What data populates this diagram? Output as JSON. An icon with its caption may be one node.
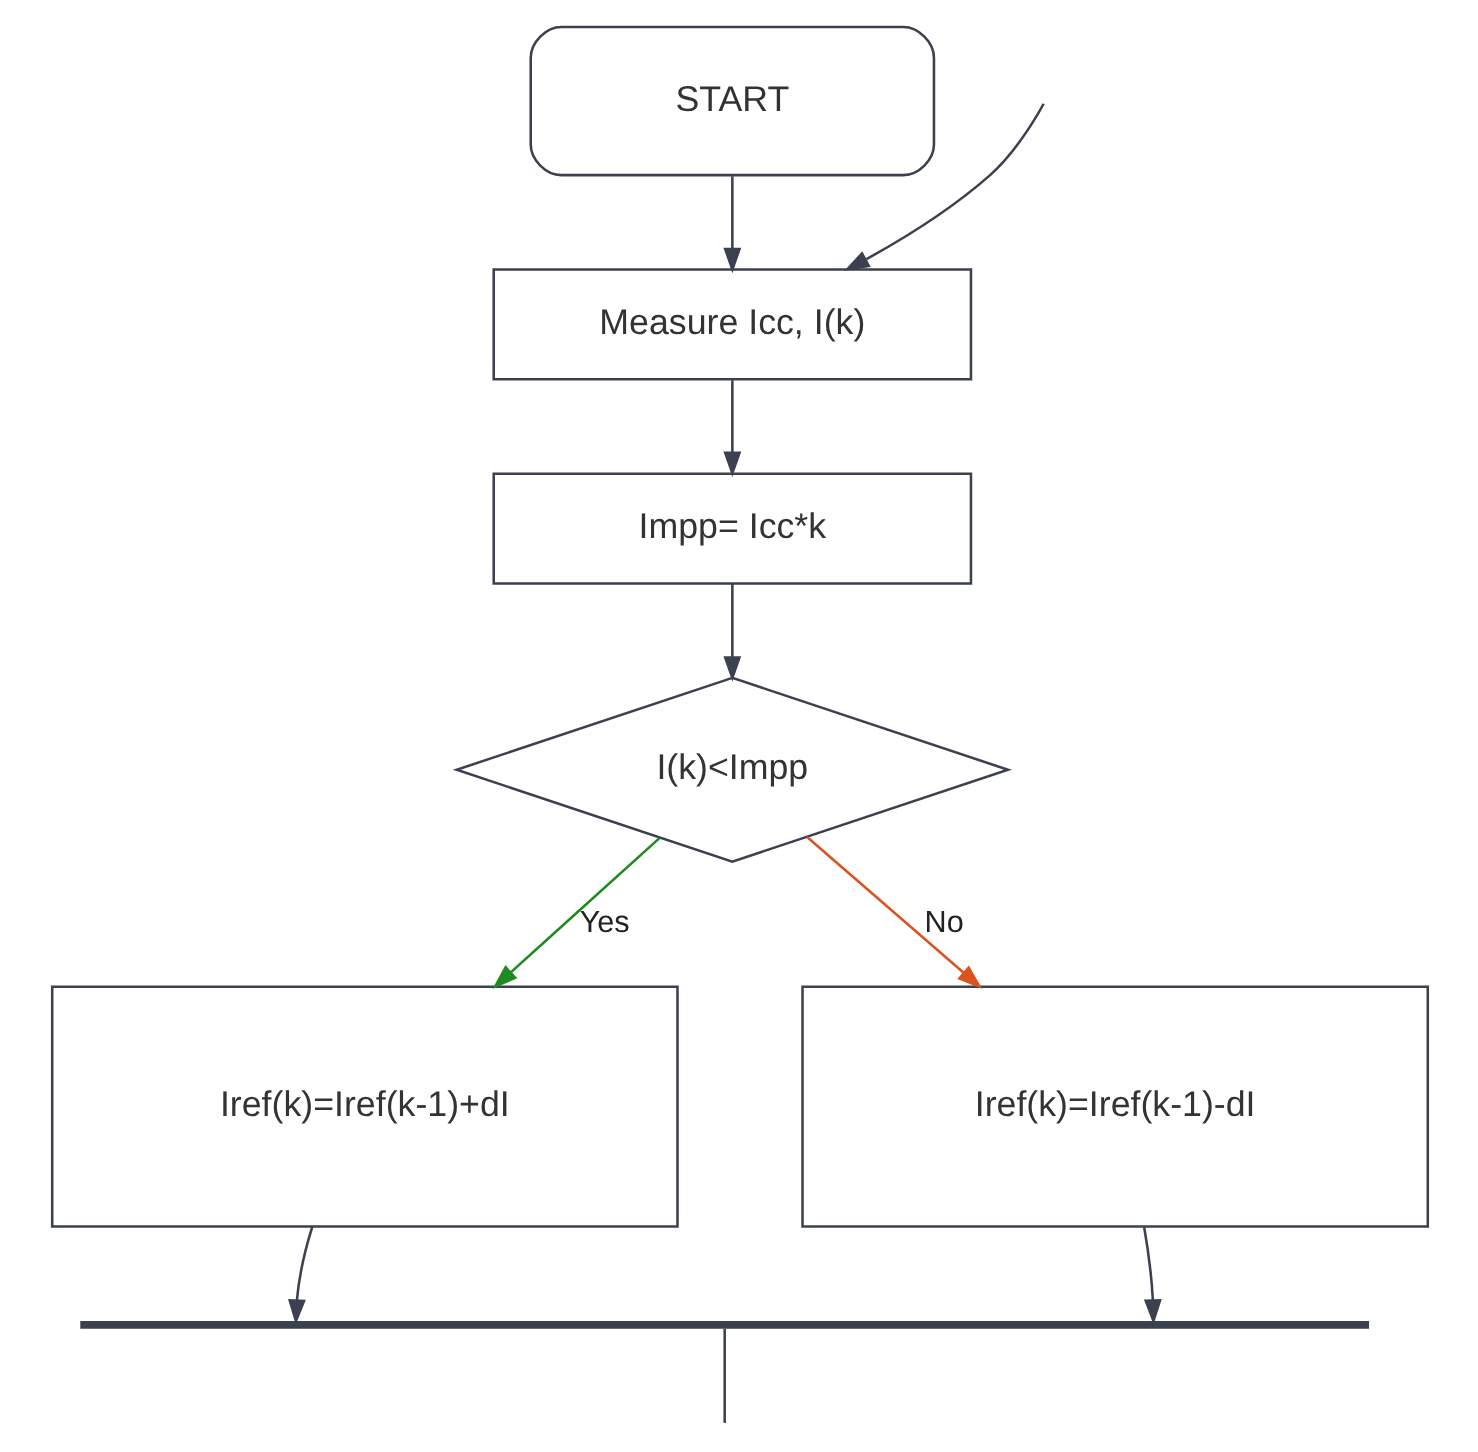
{
  "diagram": {
    "nodes": [
      {
        "text": [
          "START"
        ]
      },
      {
        "text": [
          "Measure Icc, I(k)"
        ]
      },
      {
        "text": [
          "Impp= Icc*k"
        ]
      },
      {
        "text": [
          "I(k)<Impp"
        ]
      },
      {
        "text": [
          "Iref(k)=Iref(k-1)+dI"
        ]
      },
      {
        "text": [
          "Iref(k)=Iref(k-1)-dI"
        ]
      },
      {
        "text": [],
        "shape": "bar"
      }
    ],
    "edges": [
      {
        "from": 0,
        "to": 1,
        "arrow": "to"
      },
      {
        "from": 1,
        "to": 2,
        "arrow": "to"
      },
      {
        "from": 2,
        "to": 3,
        "arrow": "to"
      },
      {
        "from": 3,
        "to": 4,
        "arrow": "to",
        "label": "Yes",
        "color": "#1f8a1f"
      },
      {
        "from": 3,
        "to": 5,
        "arrow": "to",
        "label": "No",
        "color": "#d9541e"
      },
      {
        "from": 4,
        "to": 6,
        "arrow": "to"
      },
      {
        "from": 5,
        "to": 6,
        "arrow": "to"
      },
      {
        "from": null,
        "to": 1,
        "arrow": "to"
      },
      {
        "from": 6,
        "to": null,
        "arrow": "none"
      }
    ]
  }
}
